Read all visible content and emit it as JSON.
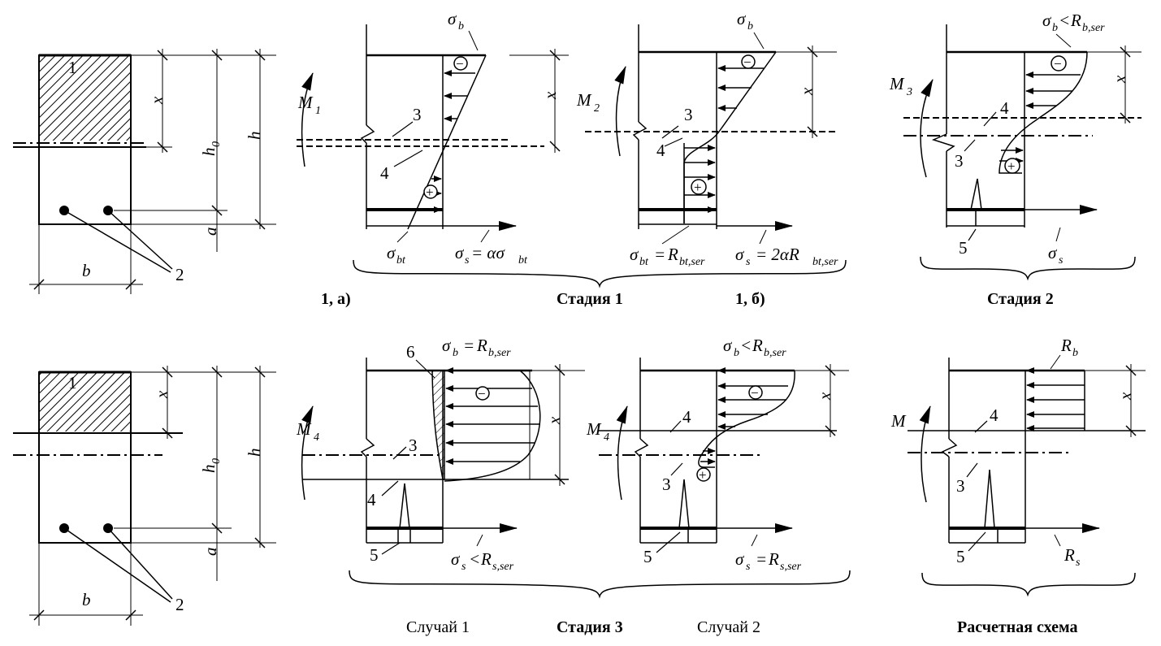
{
  "labels": {
    "num1": "1",
    "num2": "2",
    "num3": "3",
    "num4": "4",
    "num5": "5",
    "num6": "6",
    "b": "b",
    "x": "x",
    "h0": "h",
    "h0_sub": "0",
    "h": "h",
    "a": "a",
    "sigma": "σ",
    "sub_b": "b",
    "sub_bt": "bt",
    "sub_s": "s",
    "M": "M",
    "M1_sub": "1",
    "M2_sub": "2",
    "M3_sub": "3",
    "M4_sub": "4",
    "R": "R",
    "sub_bser": "b,ser",
    "sub_btser": "bt,ser",
    "sub_sser": "s,ser",
    "eq_s1": "= ασ",
    "eq_s2": "= 2αR",
    "eq_eq": "=",
    "lt": "<",
    "minus": "−",
    "plus": "+"
  },
  "captions": {
    "stage1a": "1, а)",
    "stage1": "Стадия 1",
    "stage1b": "1, б)",
    "stage2": "Стадия 2",
    "case1": "Случай 1",
    "stage3": "Стадия 3",
    "case2": "Случай 2",
    "design": "Расчетная схема"
  }
}
